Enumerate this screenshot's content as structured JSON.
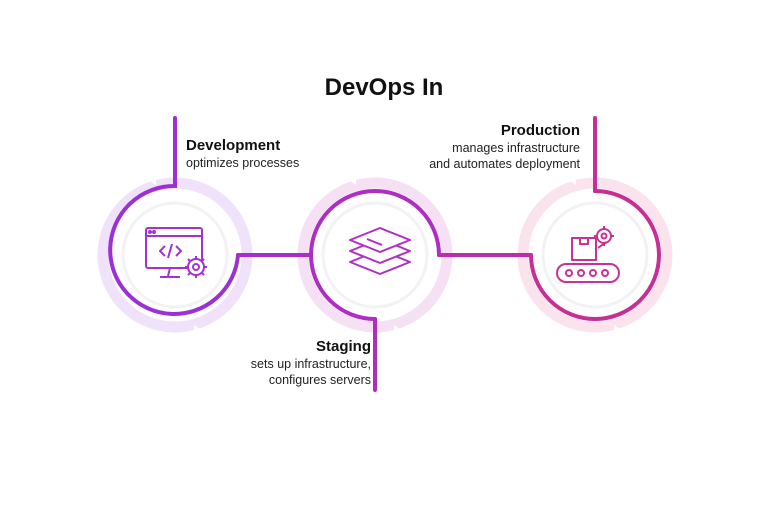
{
  "title": "DevOps In",
  "stages": [
    {
      "name": "Development",
      "desc": [
        "optimizes processes"
      ]
    },
    {
      "name": "Staging",
      "desc": [
        "sets up infrastructure,",
        "configures servers"
      ]
    },
    {
      "name": "Production",
      "desc": [
        "manages infrastructure",
        "and automates deployment"
      ]
    }
  ],
  "icons": [
    "code-gear-icon",
    "layers-icon",
    "conveyor-box-icon"
  ],
  "colors": {
    "development": "#9b2fd4",
    "staging": "#b02cbe",
    "production": "#c82f93",
    "ring_light": "#f3e3f6"
  }
}
